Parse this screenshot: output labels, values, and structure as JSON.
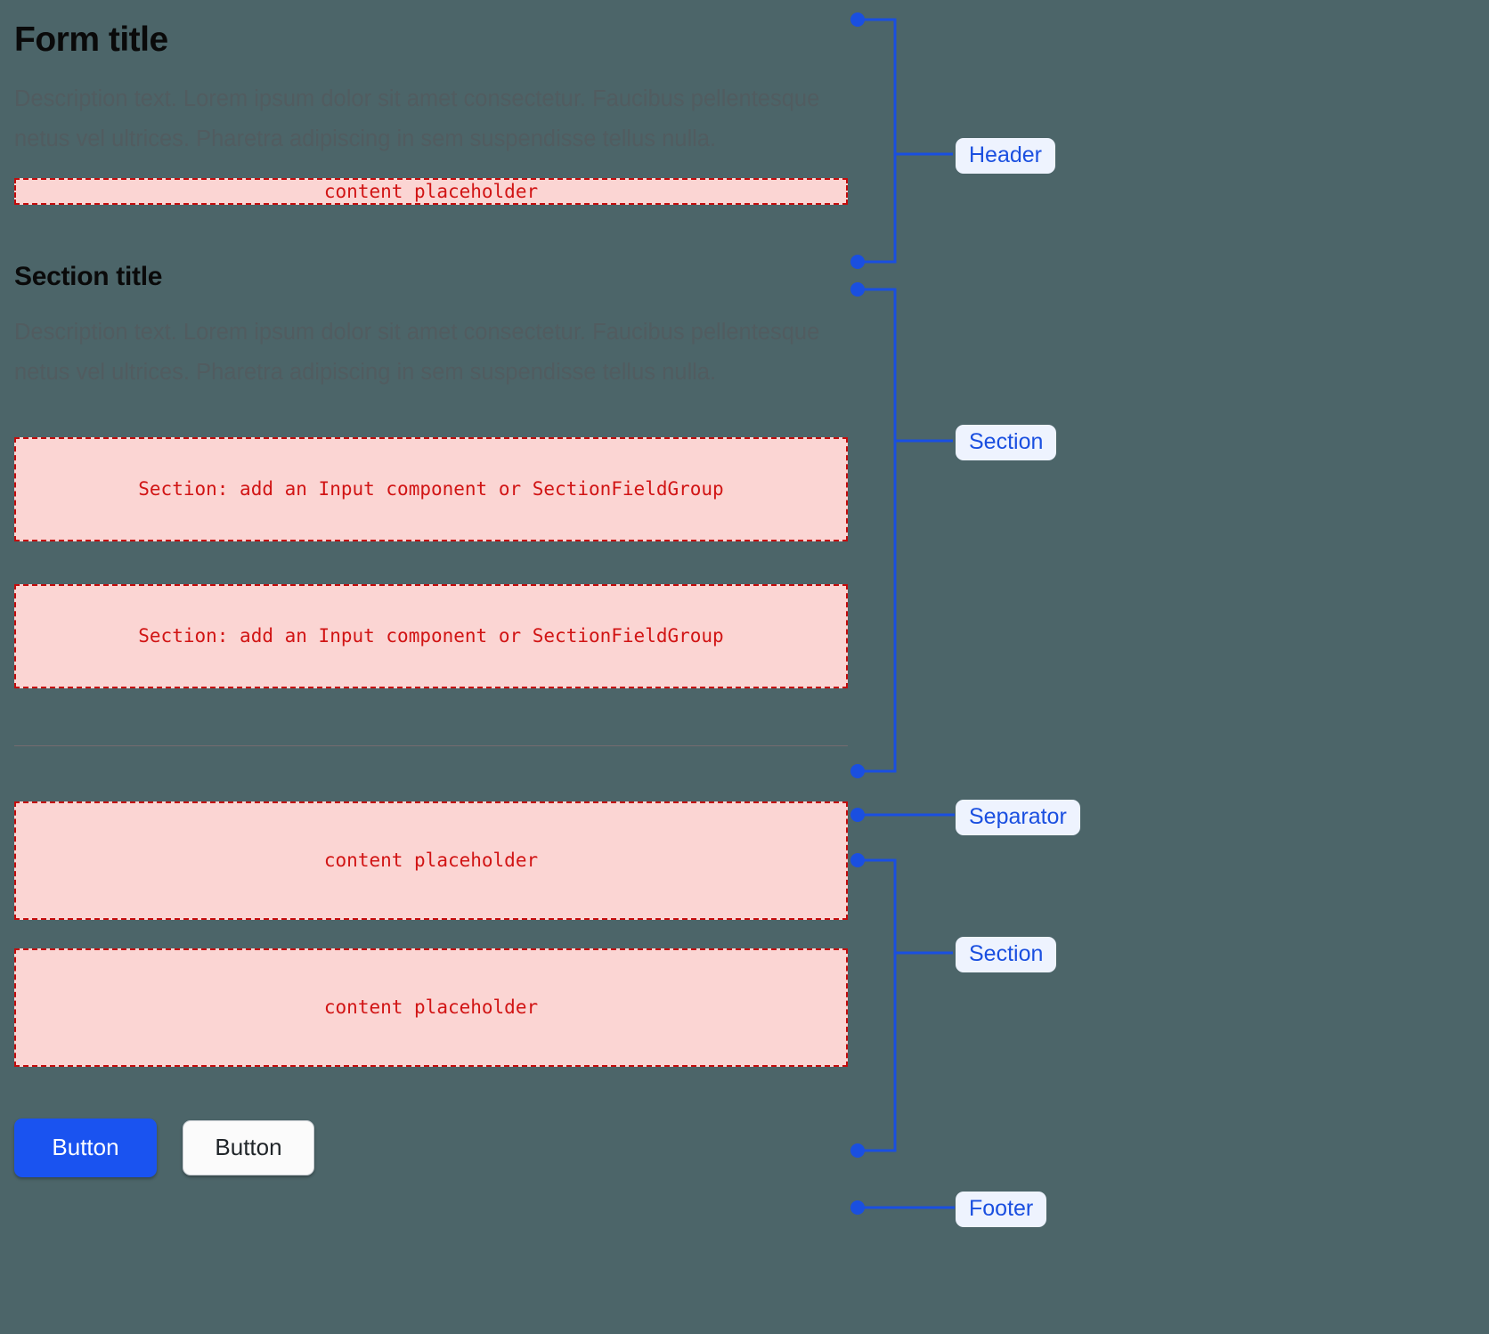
{
  "theme": {
    "page_bg": "#4c6569",
    "accent_blue": "#1a4fe0",
    "tag_bg": "#eef3fe",
    "placeholder_border": "#c40c0c",
    "placeholder_bg": "#fbd5d3",
    "placeholder_text": "#d11414",
    "primary_button_bg": "#1a53f0",
    "secondary_button_bg": "#fbfbfb",
    "heading_color": "#0a0a0a",
    "description_color": "#515c60",
    "separator_color": "#7d6d72"
  },
  "header": {
    "title": "Form title",
    "description": "Description text. Lorem ipsum dolor sit amet consectetur. Faucibus pellentesque netus vel ultrices. Pharetra adipiscing in sem suspendisse tellus nulla.",
    "placeholder": "content placeholder"
  },
  "section_one": {
    "title": "Section title",
    "description": "Description text. Lorem ipsum dolor sit amet consectetur. Faucibus pellentesque netus vel ultrices. Pharetra adipiscing in sem suspendisse tellus nulla.",
    "placeholder_a": "Section: add an Input component or SectionFieldGroup",
    "placeholder_b": "Section: add an Input component or SectionFieldGroup"
  },
  "section_two": {
    "placeholder_a": "content placeholder",
    "placeholder_b": "content placeholder"
  },
  "footer": {
    "primary_button_label": "Button",
    "secondary_button_label": "Button"
  },
  "annotations": [
    {
      "label": "Header"
    },
    {
      "label": "Section"
    },
    {
      "label": "Separator"
    },
    {
      "label": "Section"
    },
    {
      "label": "Footer"
    }
  ]
}
